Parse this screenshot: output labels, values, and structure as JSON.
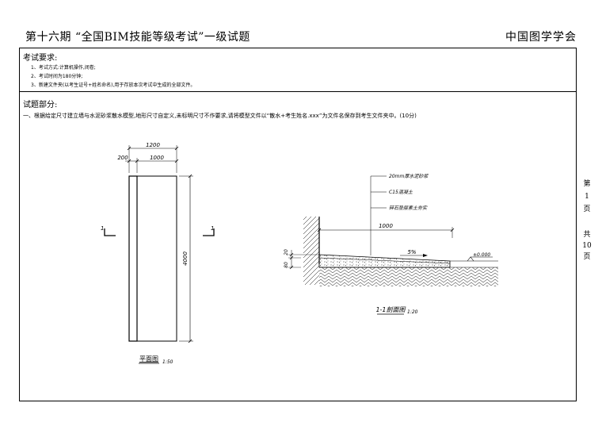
{
  "header": {
    "title": "第十六期 “全国BIM技能等级考试”一级试题",
    "org": "中国图学学会"
  },
  "requirements": {
    "title": "考试要求:",
    "items": [
      "1、考试方式:计算机操作,闭卷;",
      "2、考试时间为180分钟;",
      "3、新建文件夹(以考生证号+姓名命名),用于存放本次考试中生成的全部文件。"
    ]
  },
  "questions": {
    "title": "试题部分:",
    "q1": "一、根据给定尺寸建立墙与水泥砂浆散水模型,地形尺寸自定义,未标明尺寸不作要求,请将模型文件以“散水+考生姓名.xxx”为文件名保存到考生文件夹中。(10分)"
  },
  "page_info": {
    "prefix": "第",
    "current": "1",
    "page_word": "页",
    "total_prefix": "共",
    "total": "10",
    "total_word": "页"
  },
  "plan": {
    "dim_total": "1200",
    "dim_wall": "200",
    "dim_slab": "1000",
    "dim_length": "4000",
    "section_mark": "1",
    "title": "平面图",
    "scale": "1:50"
  },
  "section": {
    "layer1": "20mm厚水泥砂浆",
    "layer2": "C15混凝土",
    "layer3": "碎石垫层素土夯实",
    "dim_width": "1000",
    "slope": "5%",
    "elevation": "±0.000",
    "dim_thk1": "80",
    "dim_thk2": "20",
    "title": "1-1剖面图",
    "scale": "1:20"
  }
}
